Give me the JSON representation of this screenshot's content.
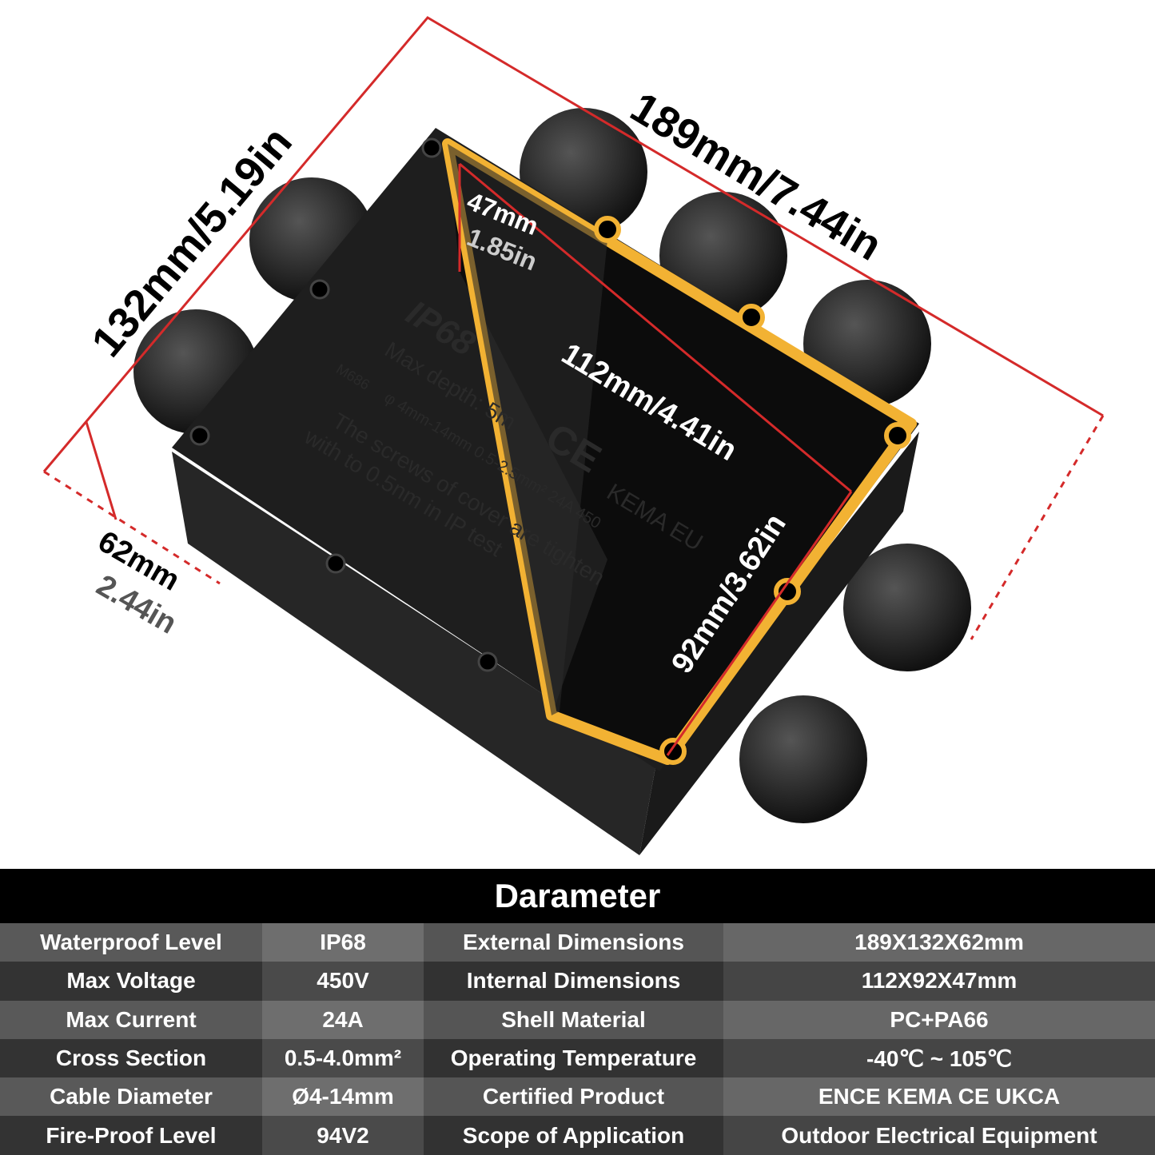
{
  "product_image": {
    "dimensions": {
      "length": "189mm/7.44in",
      "width": "132mm/5.19in",
      "height_mm": "62mm",
      "height_in": "2.44in",
      "inner_depth_mm": "47mm",
      "inner_depth_in": "1.85in",
      "inner_length": "112mm/4.41in",
      "inner_width": "92mm/3.62in"
    },
    "lid_printing": {
      "rating": "IP68",
      "depth": "Max depth: 5m",
      "model": "M686",
      "specs": "φ 4mm-14mm   0.5-2.5mm²   24A   450",
      "note_line1": "The screws of cover are tighten",
      "note_line2": "with to 0.5nm in IP test",
      "ce_mark": "CE",
      "kema_mark": "KEMA EU"
    },
    "colors": {
      "dimension_line": "#d42a2a",
      "gasket": "#f2b233",
      "housing": "#1e1e1e"
    }
  },
  "table": {
    "title": "Darameter",
    "rows": [
      [
        "Waterproof Level",
        "IP68",
        "External Dimensions",
        "189X132X62mm"
      ],
      [
        "Max Voltage",
        "450V",
        "Internal Dimensions",
        "112X92X47mm"
      ],
      [
        "Max Current",
        "24A",
        "Shell Material",
        "PC+PA66"
      ],
      [
        "Cross Section",
        "0.5-4.0mm²",
        "Operating Temperature",
        "-40℃ ~ 105℃"
      ],
      [
        "Cable Diameter",
        "Ø4-14mm",
        "Certified Product",
        "ENCE KEMA CE UKCA"
      ],
      [
        "Fire-Proof Level",
        "94V2",
        "Scope of Application",
        "Outdoor Electrical Equipment"
      ]
    ]
  }
}
